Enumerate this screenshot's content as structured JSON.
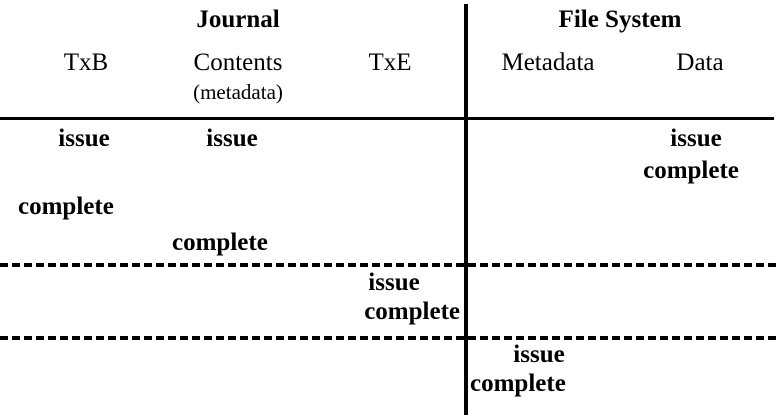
{
  "figure": {
    "type": "table",
    "description": "Journal vs File System write ordering timeline table",
    "group_headers": [
      {
        "id": "journal",
        "label": "Journal"
      },
      {
        "id": "file_system",
        "label": "File System"
      }
    ],
    "columns": [
      {
        "id": "txb",
        "label": "TxB",
        "group": "journal",
        "sublabel": ""
      },
      {
        "id": "contents",
        "label": "Contents",
        "group": "journal",
        "sublabel": "(metadata)"
      },
      {
        "id": "txe",
        "label": "TxE",
        "group": "journal",
        "sublabel": ""
      },
      {
        "id": "metadata",
        "label": "Metadata",
        "group": "file_system",
        "sublabel": ""
      },
      {
        "id": "data",
        "label": "Data",
        "group": "file_system",
        "sublabel": ""
      }
    ],
    "rows": [
      {
        "id": "row-1",
        "cells": {
          "txb": {
            "issue": "issue",
            "complete": "complete"
          },
          "contents": {
            "issue": "issue",
            "complete": "complete"
          },
          "txe": {
            "issue": "",
            "complete": ""
          },
          "metadata": {
            "issue": "",
            "complete": ""
          },
          "data": {
            "issue": "issue",
            "complete": "complete"
          }
        }
      },
      {
        "id": "row-2",
        "cells": {
          "txb": {
            "issue": "",
            "complete": ""
          },
          "contents": {
            "issue": "",
            "complete": ""
          },
          "txe": {
            "issue": "issue",
            "complete": "complete"
          },
          "metadata": {
            "issue": "",
            "complete": ""
          },
          "data": {
            "issue": "",
            "complete": ""
          }
        }
      },
      {
        "id": "row-3",
        "cells": {
          "txb": {
            "issue": "",
            "complete": ""
          },
          "contents": {
            "issue": "",
            "complete": ""
          },
          "txe": {
            "issue": "",
            "complete": ""
          },
          "metadata": {
            "issue": "issue",
            "complete": "complete"
          },
          "data": {
            "issue": "",
            "complete": ""
          }
        }
      }
    ],
    "rules": {
      "solid_header_rule": true,
      "dashed_row_separators": 2,
      "vertical_group_divider": true
    },
    "colors": {
      "text": "#000000",
      "rule": "#000000",
      "background": "#ffffff"
    }
  }
}
